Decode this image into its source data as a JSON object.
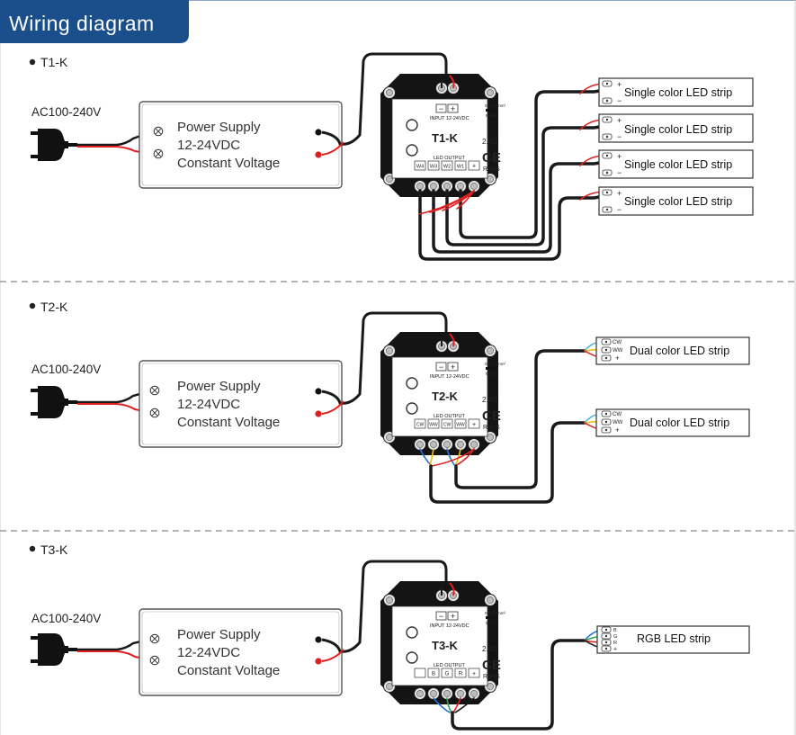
{
  "header": {
    "title": "Wiring diagram"
  },
  "colors": {
    "header_bg": "#1b4f8c",
    "header_text": "#ffffff",
    "wire_black": "#1a1a1a",
    "wire_red": "#e02020",
    "wire_blue": "#2a6fd6",
    "wire_yellow": "#f0c010",
    "wire_cyan": "#4fb8d8",
    "wire_green": "#2aa84a",
    "dashed_separator": "#888888",
    "controller_body": "#141414"
  },
  "psu_text": {
    "line1": "Power Supply",
    "line2": "12-24VDC",
    "line3": "Constant Voltage"
  },
  "controller_labels": {
    "minus": "−",
    "plus": "+",
    "input": "INPUT 12-24VDC",
    "wire_spec_1": "0.5-2.0mm²",
    "wire_spec_2": "6-9mm",
    "freq": "2.4G",
    "ce": "CE",
    "rohs": "RoHS",
    "led_output": "LED OUTPUT"
  },
  "sections": [
    {
      "name": "T1-K",
      "mains_label": "AC100-240V",
      "model": "T1-K",
      "output_terminals": [
        "W4",
        "W3",
        "W2",
        "W1",
        "+"
      ],
      "strips": [
        {
          "label": "Single color LED strip",
          "pins": [
            "+",
            "−"
          ]
        },
        {
          "label": "Single color LED strip",
          "pins": [
            "+",
            "−"
          ]
        },
        {
          "label": "Single color LED strip",
          "pins": [
            "+",
            "−"
          ]
        },
        {
          "label": "Single color LED strip",
          "pins": [
            "+",
            "−"
          ]
        }
      ]
    },
    {
      "name": "T2-K",
      "mains_label": "AC100-240V",
      "model": "T2-K",
      "output_terminals": [
        "CW",
        "WW",
        "CW",
        "WW",
        "+"
      ],
      "strips": [
        {
          "label": "Dual color LED strip",
          "pins": [
            "CW",
            "WW",
            "+"
          ]
        },
        {
          "label": "Dual color LED strip",
          "pins": [
            "CW",
            "WW",
            "+"
          ]
        }
      ]
    },
    {
      "name": "T3-K",
      "mains_label": "AC100-240V",
      "model": "T3-K",
      "output_terminals": [
        "",
        "B",
        "G",
        "R",
        "+"
      ],
      "strips": [
        {
          "label": "RGB LED strip",
          "pins": [
            "B",
            "G",
            "R",
            "+"
          ]
        }
      ]
    }
  ]
}
